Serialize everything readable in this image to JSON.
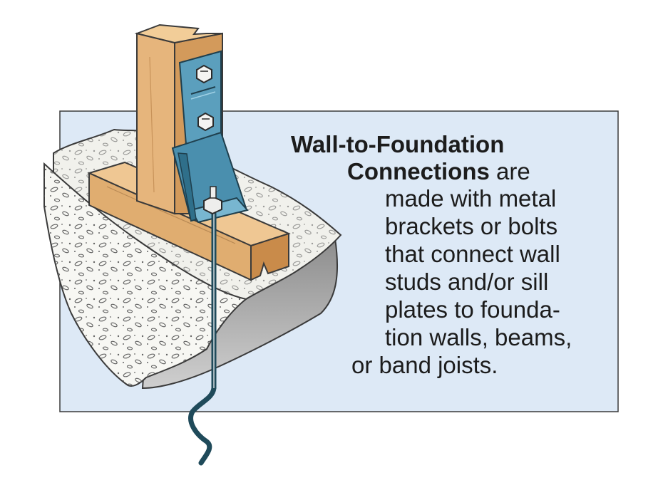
{
  "callout": {
    "heading_line1": "Wall-to-Foundation",
    "heading_line2": "Connections",
    "line2_rest": " are",
    "body_lines": [
      "made with metal",
      "brackets or bolts",
      "that connect wall",
      "studs and/or sill",
      "plates to founda-",
      "tion walls, beams,",
      "or band joists."
    ]
  },
  "illustration": {
    "parts": [
      "concrete-foundation",
      "sill-plate",
      "wall-stud",
      "metal-bracket",
      "hex-bolt",
      "anchor-bolt"
    ]
  },
  "colors": {
    "panel_fill": "#dde9f6",
    "panel_border": "#3a3a3a",
    "wood": "#e2b57c",
    "wood_dark": "#c98b4a",
    "bracket": "#4e95b4",
    "bracket_dark": "#2f6f8a",
    "concrete": "#f2f2ee",
    "anchor": "#1f4a5a"
  }
}
